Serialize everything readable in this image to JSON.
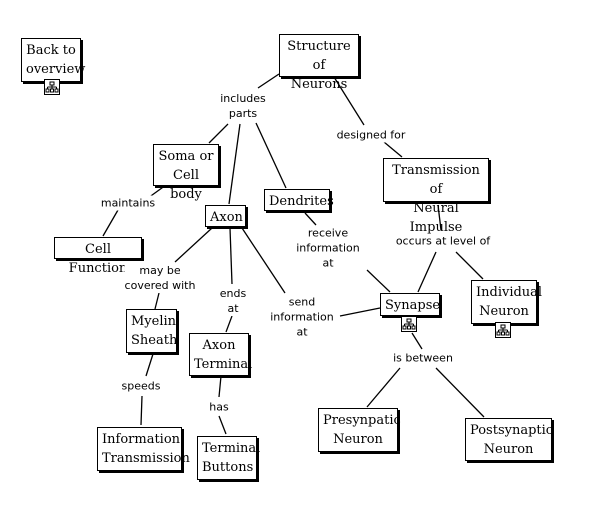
{
  "concepts": {
    "back": "Back to\noverview",
    "structure": "Structure of\nNeurons",
    "soma": "Soma or\nCell body",
    "axon": "Axon",
    "dendrites": "Dendrites",
    "transmission": "Transmission of\nNeural Impulse",
    "cell_function": "Cell Function",
    "myelin": "Myelin\nSheath",
    "axon_terminal": "Axon\nTerminal",
    "synapse": "Synapse",
    "individual": "Individual\nNeuron",
    "info_transmission": "Information\nTransmission",
    "terminal_buttons": "Terminal\nButtons",
    "presynaptic": "Presynpatic\nNeuron",
    "postsynaptic": "Postsynaptic\nNeuron"
  },
  "links": {
    "includes_parts": "includes\nparts",
    "designed_for": "designed for",
    "maintains": "maintains",
    "receive_info": "receive\ninformation\nat",
    "occurs_at": "occurs at level of",
    "covered_with": "may be\ncovered with",
    "ends_at": "ends\nat",
    "send_info": "send\ninformation\nat",
    "speeds": "speeds",
    "has": "has",
    "is_between": "is between"
  },
  "icons": [
    "submap-icon"
  ]
}
